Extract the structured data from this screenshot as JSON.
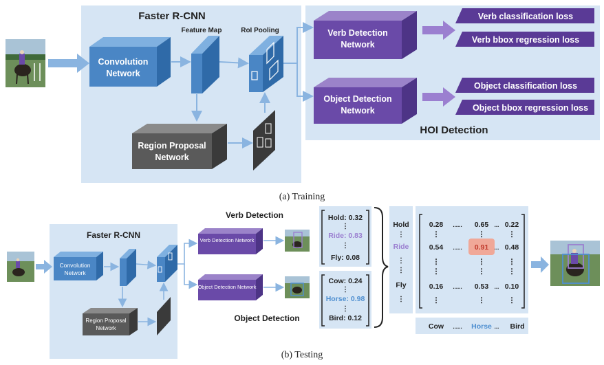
{
  "training": {
    "faster_rcnn_title": "Faster R-CNN",
    "feature_map_label": "Feature Map",
    "roi_pooling_label": "RoI Pooling",
    "conv_network": [
      "Convolution",
      "Network"
    ],
    "rpn": [
      "Region Proposal",
      "Network"
    ],
    "verb_detection_network": [
      "Verb Detection",
      "Network"
    ],
    "object_detection_network": [
      "Object Detection",
      "Network"
    ],
    "hoi_detection_label": "HOI Detection",
    "losses": [
      "Verb classification loss",
      "Verb bbox regression loss",
      "Object classification loss",
      "Object bbox regression loss"
    ],
    "caption": "(a) Training"
  },
  "testing": {
    "faster_rcnn_title": "Faster R-CNN",
    "conv_network": [
      "Convolution",
      "Network"
    ],
    "rpn": [
      "Region Proposal",
      "Network"
    ],
    "verb_detection_network": "Verb Detection Network",
    "object_detection_network": "Object Detection Network",
    "verb_detection_label": "Verb Detection",
    "object_detection_label": "Object Detection",
    "verb_scores": [
      {
        "name": "Hold",
        "score": "0.32"
      },
      {
        "name": "Ride",
        "score": "0.83"
      },
      {
        "name": "Fly",
        "score": "0.08"
      }
    ],
    "object_scores": [
      {
        "name": "Cow",
        "score": "0.24"
      },
      {
        "name": "Horse",
        "score": "0.98"
      },
      {
        "name": "Bird",
        "score": "0.12"
      }
    ],
    "verb_axis": [
      "Hold",
      "Ride",
      "Fly"
    ],
    "object_axis": [
      "Cow",
      "Horse",
      "Bird"
    ],
    "matrix": [
      [
        "0.28",
        "0.65",
        "0.22"
      ],
      [
        "0.54",
        "0.91",
        "0.48"
      ],
      [
        "0.16",
        "0.53",
        "0.10"
      ]
    ],
    "dots_h": "......",
    "dots_short": "...",
    "vdots": "⋮",
    "caption": "(b) Testing"
  },
  "colors": {
    "panel": "#d6e5f4",
    "conv_blue": "#4a86c5",
    "purple": "#6a4aa8",
    "dark_gray": "#5a5a5a",
    "ride_color": "#9b7fd0",
    "horse_color": "#4f8fd0",
    "highlight_bg": "#f0a898",
    "highlight_text": "#c0392b",
    "arrow": "#8ab4e0"
  }
}
